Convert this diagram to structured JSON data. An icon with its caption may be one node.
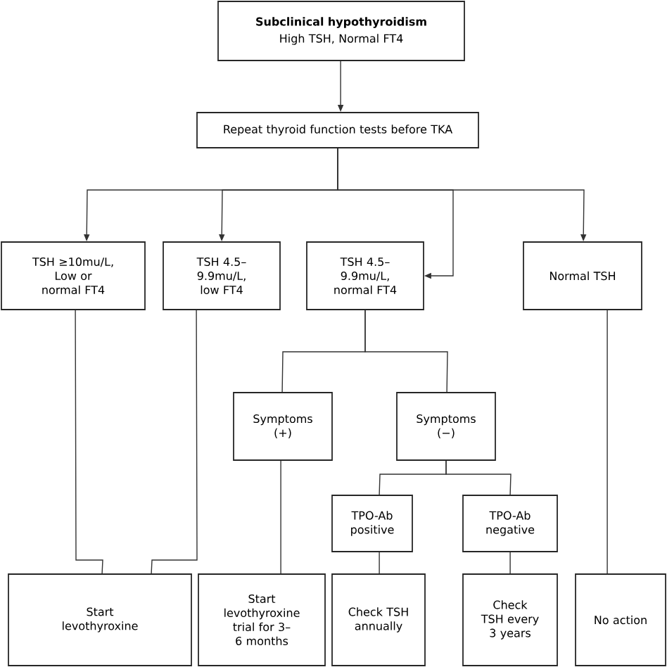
{
  "diagram": {
    "nodes": [
      {
        "text": [
          "Subclinical hypothyroidism",
          "High TSH, Normal FT4"
        ]
      },
      {
        "text": [
          "Repeat thyroid function tests before TKA"
        ]
      },
      {
        "text": [
          "TSH ≥10mu/L, Low or normal FT4"
        ]
      },
      {
        "text": [
          "TSH 4.5–9.9mu/L, low FT4"
        ]
      },
      {
        "text": [
          "TSH 4.5–9.9mu/L, normal FT4"
        ]
      },
      {
        "text": [
          "Normal TSH"
        ]
      },
      {
        "text": [
          "Symptoms (+)"
        ]
      },
      {
        "text": [
          "Symptoms (−)"
        ]
      },
      {
        "text": [
          "TPO-Ab positive"
        ]
      },
      {
        "text": [
          "TPO-Ab negative"
        ]
      },
      {
        "text": [
          "Start levothyroxine"
        ]
      },
      {
        "text": [
          "Start levothyroxine trial for 3–6 months"
        ]
      },
      {
        "text": [
          "Check TSH annually"
        ]
      },
      {
        "text": [
          "Check TSH every 3 years"
        ]
      },
      {
        "text": [
          "No action"
        ]
      }
    ],
    "edges": [
      {
        "from": 0,
        "to": 1,
        "arrow": "to"
      },
      {
        "from": 1,
        "to": 2,
        "arrow": "to"
      },
      {
        "from": 1,
        "to": 3,
        "arrow": "to"
      },
      {
        "from": 1,
        "to": 4,
        "arrow": "to"
      },
      {
        "from": 1,
        "to": 5,
        "arrow": "to"
      },
      {
        "from": 4,
        "to": 6,
        "arrow": "none"
      },
      {
        "from": 4,
        "to": 7,
        "arrow": "none"
      },
      {
        "from": 7,
        "to": 8,
        "arrow": "none"
      },
      {
        "from": 7,
        "to": 9,
        "arrow": "none"
      },
      {
        "from": 2,
        "to": 10,
        "arrow": "none"
      },
      {
        "from": 3,
        "to": 10,
        "arrow": "none"
      },
      {
        "from": 6,
        "to": 11,
        "arrow": "none"
      },
      {
        "from": 8,
        "to": 12,
        "arrow": "none"
      },
      {
        "from": 9,
        "to": 13,
        "arrow": "none"
      },
      {
        "from": 5,
        "to": 14,
        "arrow": "none"
      }
    ]
  }
}
